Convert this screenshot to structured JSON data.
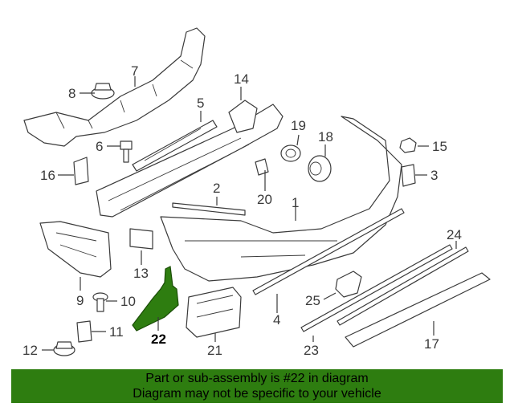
{
  "diagram": {
    "highlight_color": "#2e7d10",
    "highlighted_part": "22",
    "callouts": {
      "p1": "1",
      "p3": "3",
      "p4": "4",
      "p5": "5",
      "p6": "6",
      "p7": "7",
      "p8": "8",
      "p9": "9",
      "p10": "10",
      "p11": "11",
      "p12": "12",
      "p13": "13",
      "p14": "14",
      "p15": "15",
      "p16": "16",
      "p17": "17",
      "p18": "18",
      "p19": "19",
      "p20": "20",
      "p21": "21",
      "p22": "22",
      "p23": "23",
      "p24": "24",
      "p25": "25",
      "p2": "2"
    }
  },
  "banner": {
    "line1": "Part or sub-assembly is #22 in diagram",
    "line2": "Diagram may not be specific to your vehicle"
  }
}
